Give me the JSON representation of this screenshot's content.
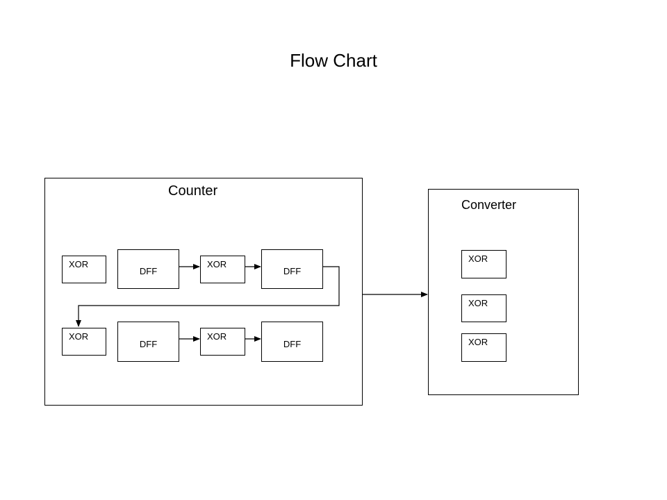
{
  "title": "Flow Chart",
  "counter": {
    "label": "Counter",
    "row1": {
      "xor1": "XOR",
      "dff1": "DFF",
      "xor2": "XOR",
      "dff2": "DFF"
    },
    "row2": {
      "xor1": "XOR",
      "dff1": "DFF",
      "xor2": "XOR",
      "dff2": "DFF"
    }
  },
  "converter": {
    "label": "Converter",
    "blocks": [
      "XOR",
      "XOR",
      "XOR"
    ]
  },
  "colors": {
    "stroke": "#000000",
    "background": "#ffffff"
  }
}
